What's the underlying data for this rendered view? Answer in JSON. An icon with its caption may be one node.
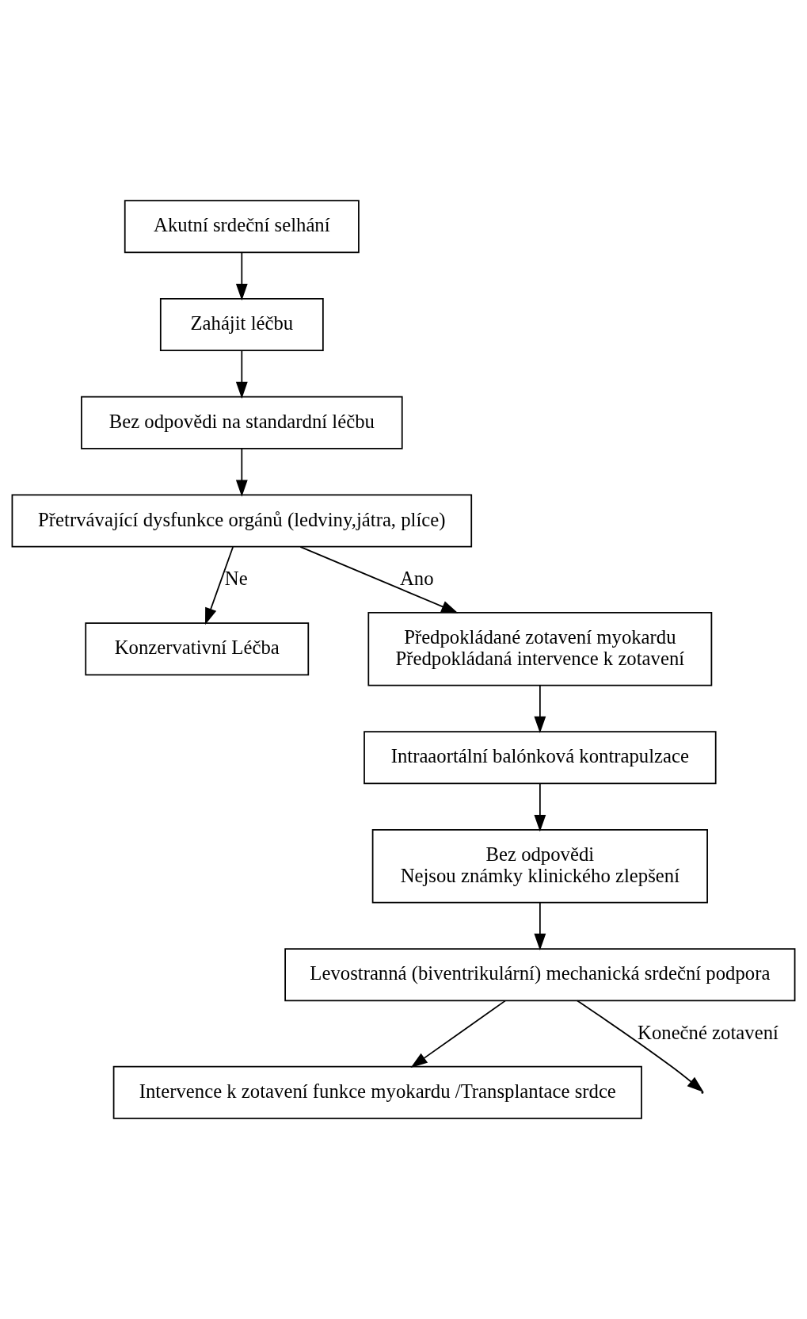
{
  "diagram": {
    "nodes": [
      {
        "text": [
          "Akutní srdeční selhání"
        ]
      },
      {
        "text": [
          "Zahájit léčbu"
        ]
      },
      {
        "text": [
          "Bez odpovědi na standardní léčbu"
        ]
      },
      {
        "text": [
          "Přetrvávající dysfunkce orgánů (ledviny,játra, plíce)"
        ]
      },
      {
        "text": [
          "Konzervativní Léčba"
        ]
      },
      {
        "text": [
          "Předpokládané zotavení myokardu",
          "Předpokládaná intervence k zotavení"
        ]
      },
      {
        "text": [
          "Intraaortální balónková kontrapulzace"
        ]
      },
      {
        "text": [
          "Bez odpovědi",
          "Nejsou známky klinického zlepšení"
        ]
      },
      {
        "text": [
          "Levostranná (biventrikulární) mechanická srdeční podpora"
        ]
      },
      {
        "text": [
          "Intervence k zotavení funkce myokardu /Transplantace srdce"
        ]
      }
    ],
    "edges": [
      {
        "from": 0,
        "to": 1,
        "arrow": "to"
      },
      {
        "from": 1,
        "to": 2,
        "arrow": "to"
      },
      {
        "from": 2,
        "to": 3,
        "arrow": "to"
      },
      {
        "from": 3,
        "to": 5,
        "label": "Ano",
        "arrow": "to"
      },
      {
        "from": 3,
        "to": 4,
        "label": "Ne",
        "arrow": "to"
      },
      {
        "from": 5,
        "to": 6,
        "arrow": "to"
      },
      {
        "from": 6,
        "to": 7,
        "arrow": "to"
      },
      {
        "from": 7,
        "to": 8,
        "arrow": "to"
      },
      {
        "from": 8,
        "to": 9,
        "arrow": "to"
      },
      {
        "from": 8,
        "to": null,
        "label": "Konečné zotavení",
        "arrow": "to"
      }
    ]
  }
}
